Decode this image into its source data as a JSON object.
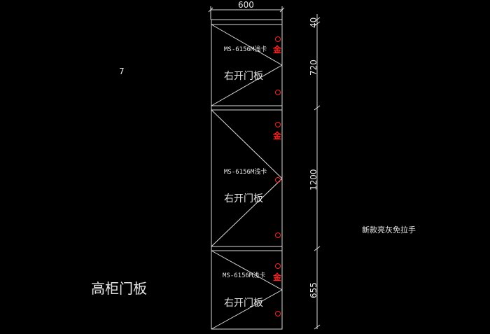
{
  "drawing": {
    "page_number": "7",
    "title": "高柜门板",
    "side_note": "新款亮灰免拉手",
    "width_dim": "600",
    "height_dims": [
      "40",
      "720",
      "1200",
      "655"
    ],
    "panels": [
      {
        "model": "MS-6156M浅卡",
        "marker": "金",
        "label": "右开门板"
      },
      {
        "model": "MS-6156M浅卡",
        "marker": "金",
        "label": "右开门板"
      },
      {
        "model": "MS-6156M浅卡",
        "marker": "金",
        "label": "右开门板"
      }
    ],
    "colors": {
      "background": "#000000",
      "lines": "#d9d9d9",
      "accent": "#ff2020"
    }
  }
}
